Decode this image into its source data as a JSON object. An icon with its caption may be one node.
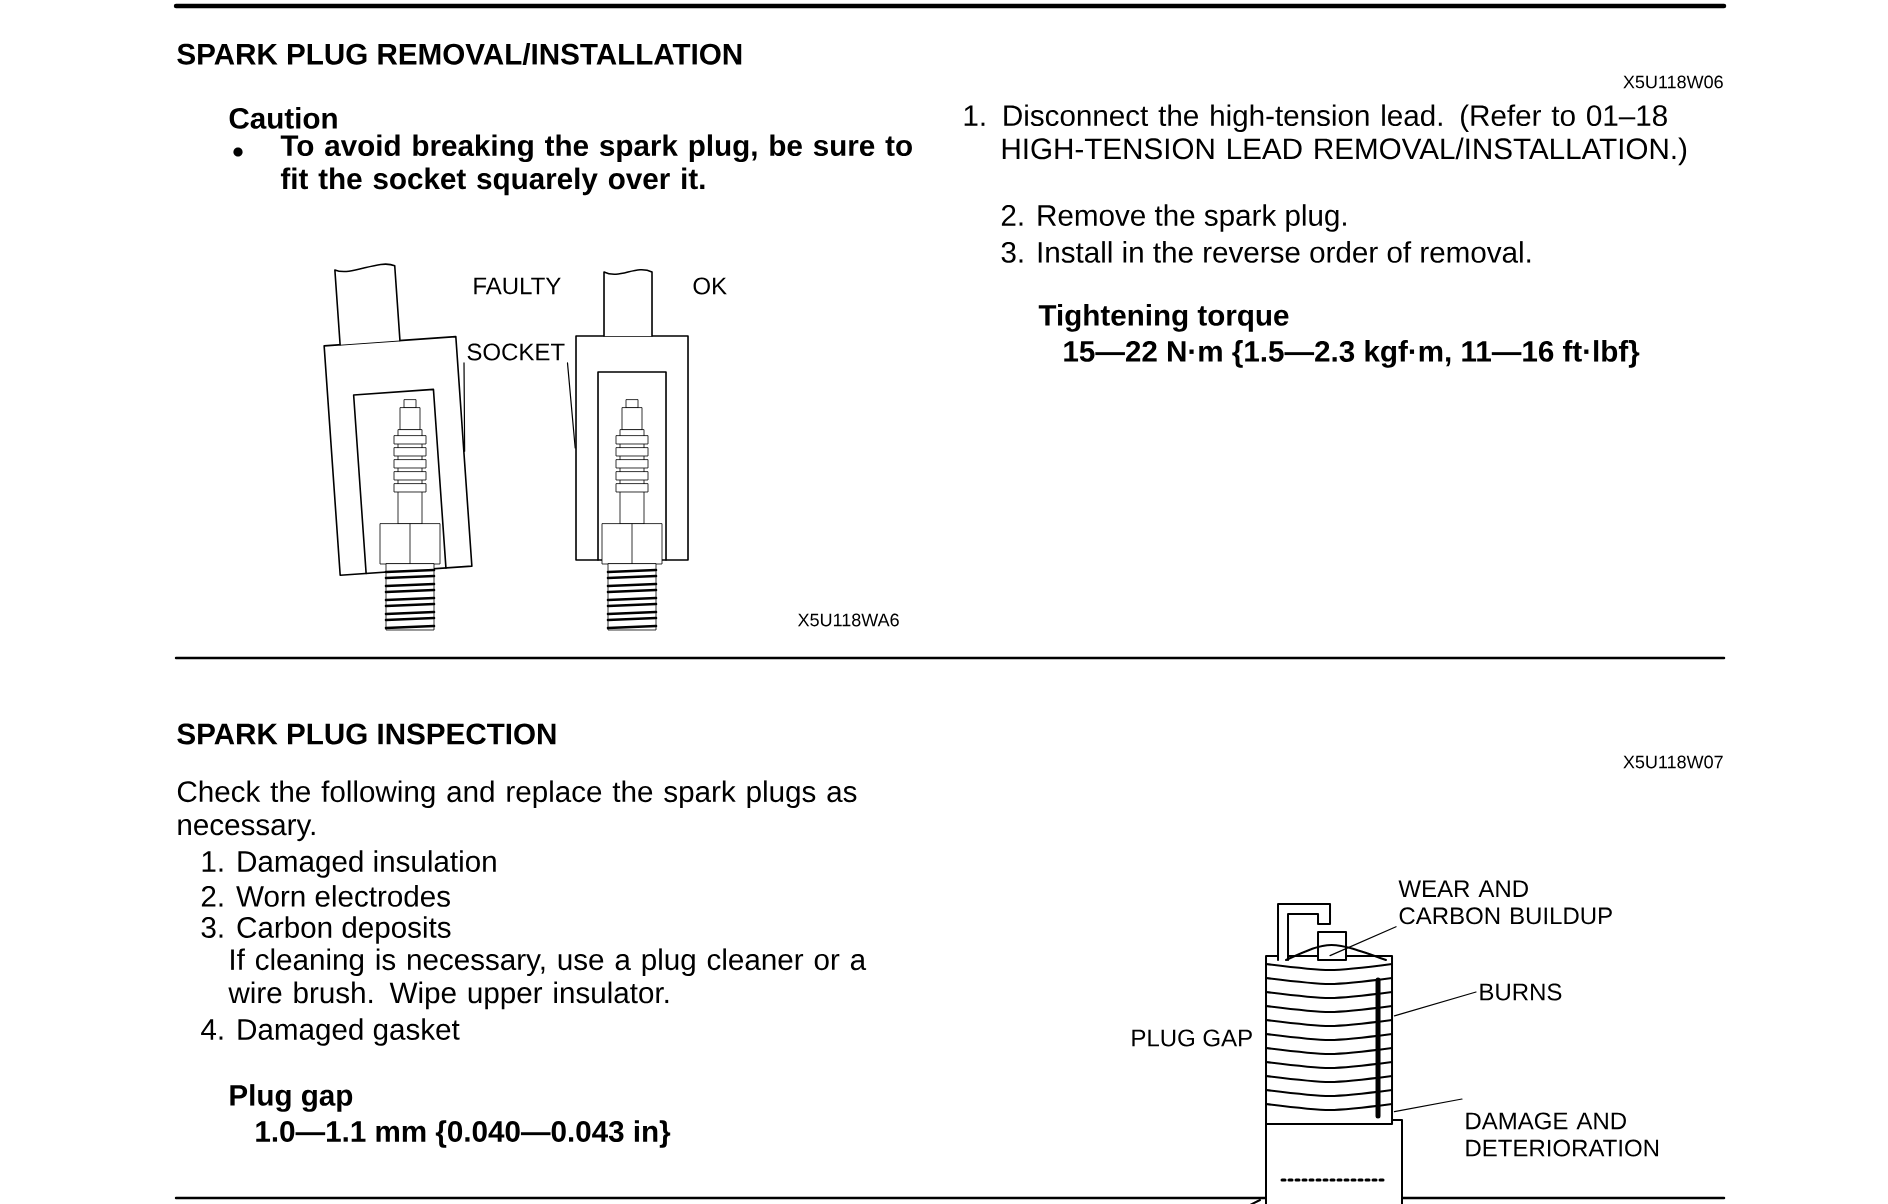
{
  "diagram": {
    "nodes": [
      {
        "text": [
          "SOCKET"
        ]
      },
      {
        "text": [],
        "shape": "box"
      },
      {
        "text": [],
        "shape": "box"
      },
      {
        "text": [
          "WEAR AND CARBON BUILDUP"
        ]
      },
      {
        "text": [
          "BURNS"
        ]
      },
      {
        "text": [
          "DAMAGE AND DETERIORATION"
        ]
      },
      {
        "text": [],
        "shape": "picture"
      }
    ],
    "edges": [
      {
        "from": 0,
        "to": 1,
        "arrow": "none"
      },
      {
        "from": 0,
        "to": 2,
        "arrow": "none"
      },
      {
        "from": 3,
        "to": 6,
        "arrow": "none"
      },
      {
        "from": 4,
        "to": 6,
        "arrow": "none"
      },
      {
        "from": 5,
        "to": 6,
        "arrow": "none"
      }
    ],
    "labels": [
      "SPARK PLUG REMOVAL/INSTALLATION",
      "Caution",
      "To avoid breaking the spark plug, be sure to fit the socket squarely over it.",
      "FAULTY",
      "OK",
      "X5U118WA6",
      "X5U118W06",
      "1. Disconnect the high-tension lead. (Refer to 01–18 HIGH-TENSION LEAD REMOVAL/INSTALLATION.)",
      "2. Remove the spark plug.",
      "3. Install in the reverse order of removal.",
      "Tightening torque",
      "15—22 N·m {1.5—2.3 kgf·m, 11—16 ft·lbf}",
      "SPARK PLUG INSPECTION",
      "X5U118W07",
      "Check the following and replace the spark plugs as necessary.",
      "1. Damaged insulation",
      "2. Worn electrodes",
      "3. Carbon deposits",
      "If cleaning is necessary, use a plug cleaner or a wire brush. Wipe upper insulator.",
      "4. Damaged gasket",
      "Plug gap",
      "1.0—1.1 mm {0.040—0.043 in}",
      "PLUG GAP"
    ]
  }
}
